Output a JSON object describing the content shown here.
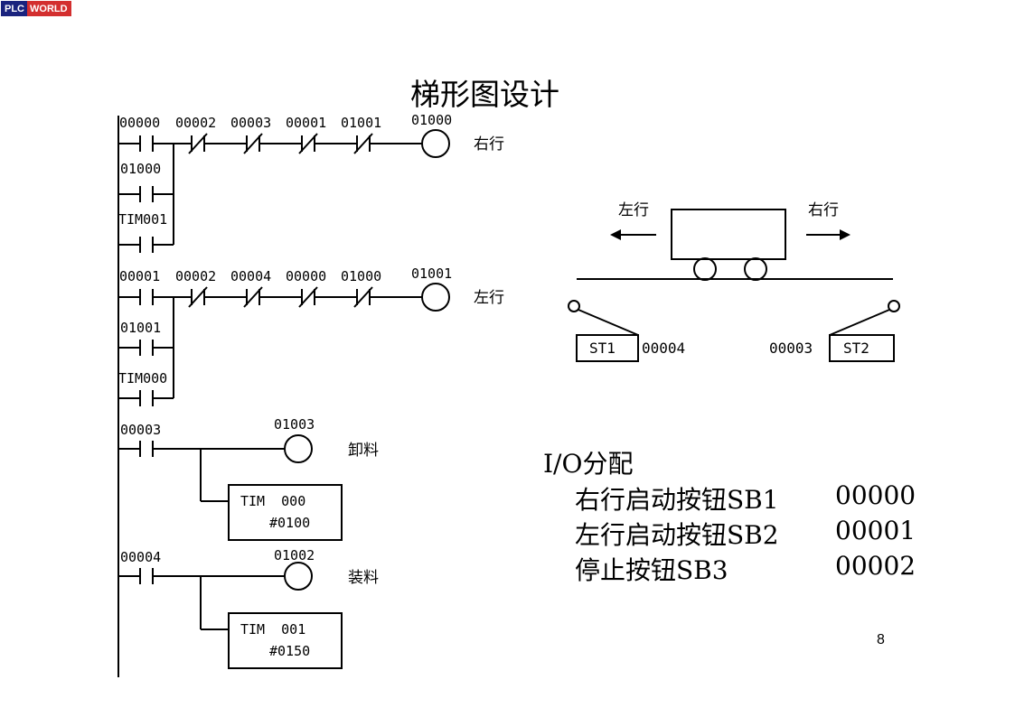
{
  "logo": {
    "part1": "PLC",
    "part2": "WORLD"
  },
  "title": "梯形图设计",
  "ladder": {
    "rung1": {
      "contacts": [
        "00000",
        "00002",
        "00003",
        "00001",
        "01001"
      ],
      "coil": "01000",
      "coil_label": "右行",
      "branches": [
        "01000",
        "TIM001"
      ]
    },
    "rung2": {
      "contacts": [
        "00001",
        "00002",
        "00004",
        "00000",
        "01000"
      ],
      "coil": "01001",
      "coil_label": "左行",
      "branches": [
        "01001",
        "TIM000"
      ]
    },
    "rung3": {
      "contact": "00003",
      "coil": "01003",
      "coil_label": "卸料",
      "timer_line1": "TIM  000",
      "timer_line2": "#0100"
    },
    "rung4": {
      "contact": "00004",
      "coil": "01002",
      "coil_label": "装料",
      "timer_line1": "TIM  001",
      "timer_line2": "#0150"
    }
  },
  "cart": {
    "left_label": "左行",
    "right_label": "右行",
    "switch_left_name": "ST1",
    "switch_left_addr": "00004",
    "switch_right_name": "ST2",
    "switch_right_addr": "00003"
  },
  "io": {
    "heading": "I/O分配",
    "rows": [
      {
        "label": "右行启动按钮SB1",
        "addr": "00000"
      },
      {
        "label": "左行启动按钮SB2",
        "addr": "00001"
      },
      {
        "label": "停止按钮SB3",
        "addr": "00002"
      }
    ]
  },
  "page_number": "8"
}
